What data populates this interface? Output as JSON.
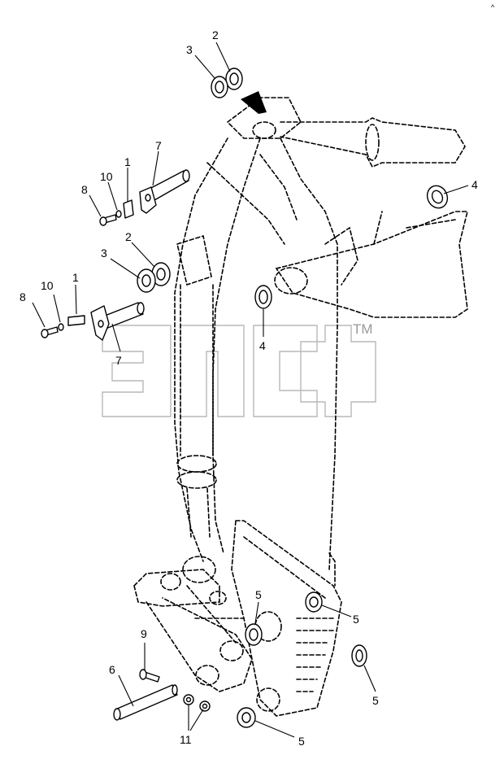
{
  "watermark": {
    "tm": "TM"
  },
  "callouts": [
    {
      "id": "lbl-2-top",
      "text": "2"
    },
    {
      "id": "lbl-3-top",
      "text": "3"
    },
    {
      "id": "lbl-7-top",
      "text": "7"
    },
    {
      "id": "lbl-1-top",
      "text": "1"
    },
    {
      "id": "lbl-10-top",
      "text": "10"
    },
    {
      "id": "lbl-8-top",
      "text": "8"
    },
    {
      "id": "lbl-4-right",
      "text": "4"
    },
    {
      "id": "lbl-2-mid",
      "text": "2"
    },
    {
      "id": "lbl-3-mid",
      "text": "3"
    },
    {
      "id": "lbl-4-mid",
      "text": "4"
    },
    {
      "id": "lbl-1-mid",
      "text": "1"
    },
    {
      "id": "lbl-10-mid",
      "text": "10"
    },
    {
      "id": "lbl-8-mid",
      "text": "8"
    },
    {
      "id": "lbl-7-mid",
      "text": "7"
    },
    {
      "id": "lbl-5-a",
      "text": "5"
    },
    {
      "id": "lbl-5-b",
      "text": "5"
    },
    {
      "id": "lbl-9",
      "text": "9"
    },
    {
      "id": "lbl-6",
      "text": "6"
    },
    {
      "id": "lbl-5-c",
      "text": "5"
    },
    {
      "id": "lbl-11",
      "text": "11"
    },
    {
      "id": "lbl-5-d",
      "text": "5"
    }
  ]
}
